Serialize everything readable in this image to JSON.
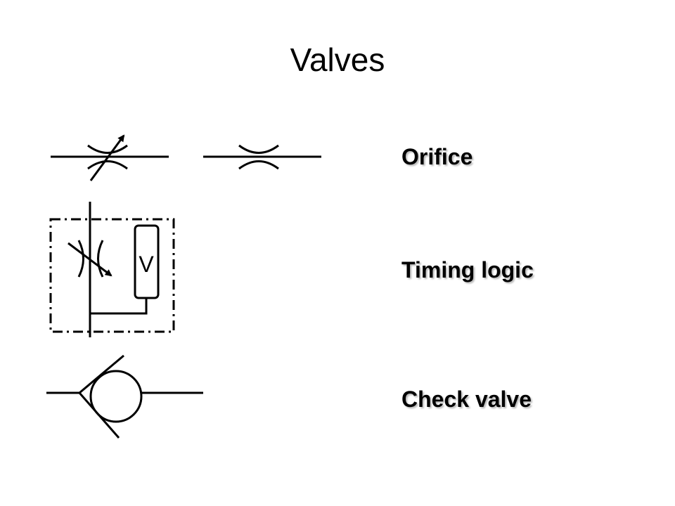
{
  "title": "Valves",
  "labels": {
    "orifice": "Orifice",
    "timing_logic": "Timing logic",
    "check_valve": "Check valve"
  },
  "symbols": {
    "timing_valve_letter": "V"
  },
  "colors": {
    "stroke": "#000000",
    "background": "#ffffff"
  }
}
